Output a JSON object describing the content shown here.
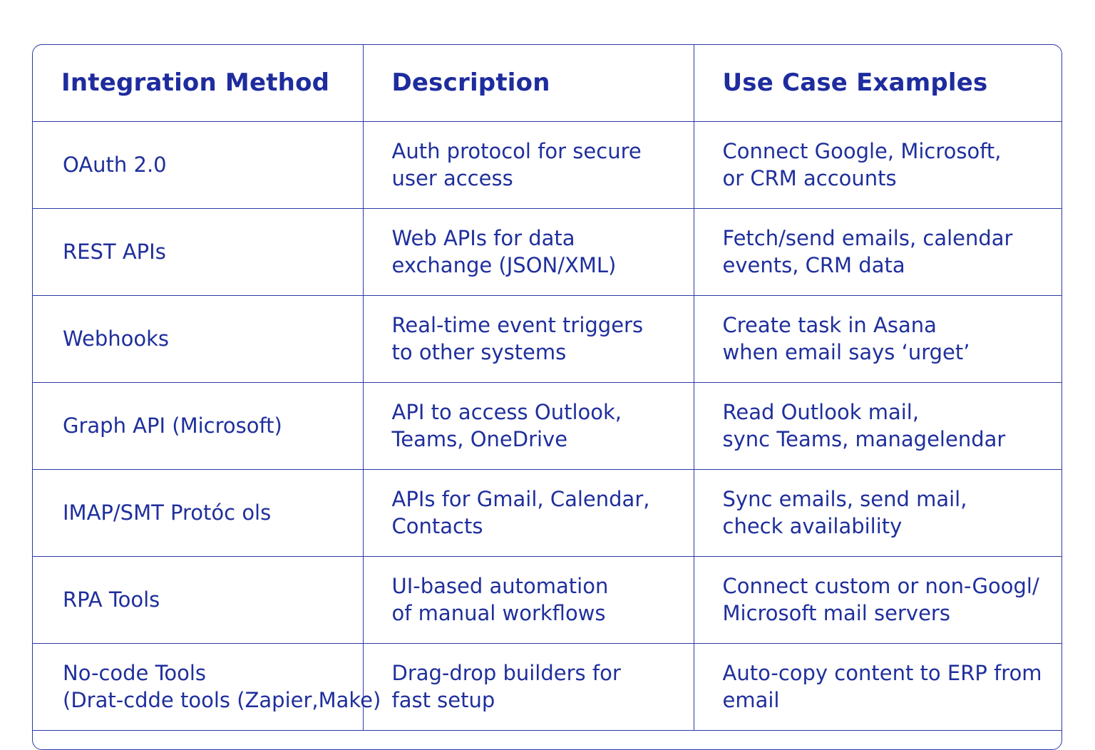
{
  "table": {
    "headers": [
      "Integration Method",
      "Description",
      "Use Case Examples"
    ],
    "rows": [
      {
        "method": [
          "OAuth 2.0"
        ],
        "description": [
          "Auth protocol for secure",
          "user access"
        ],
        "use_case": [
          "Connect Google, Microsoft,",
          "or CRM accounts"
        ]
      },
      {
        "method": [
          "REST APIs"
        ],
        "description": [
          "Web APIs for data",
          "exchange (JSON/XML)"
        ],
        "use_case": [
          "Fetch/send emails, calendar",
          "events, CRM data"
        ]
      },
      {
        "method": [
          "Webhooks"
        ],
        "description": [
          "Real-time event triggers",
          "to other systems"
        ],
        "use_case": [
          "Create task in Asana",
          "when email says ‘urget’"
        ]
      },
      {
        "method": [
          "Graph API (Microsoft)"
        ],
        "description": [
          "API to access Outlook,",
          "Teams, OneDrive"
        ],
        "use_case": [
          "Read Outlook mail,",
          "sync Teams, managelendar"
        ]
      },
      {
        "method": [
          "IMAP/SMT Protóc ols"
        ],
        "description": [
          "APIs for Gmail, Calendar,",
          "Contacts"
        ],
        "use_case": [
          "Sync emails, send mail,",
          "check availability"
        ]
      },
      {
        "method": [
          "RPA Tools"
        ],
        "description": [
          "UI-based automation",
          "of manual workflows"
        ],
        "use_case": [
          "Connect custom or non-Googl/",
          "Microsoft mail servers"
        ]
      },
      {
        "method": [
          "No-code Tools",
          "(Drat-cdde tools (Zapier,Make)"
        ],
        "description": [
          "Drag-drop builders for",
          "fast setup"
        ],
        "use_case": [
          "Auto-copy content to ERP from",
          "email"
        ]
      }
    ]
  }
}
